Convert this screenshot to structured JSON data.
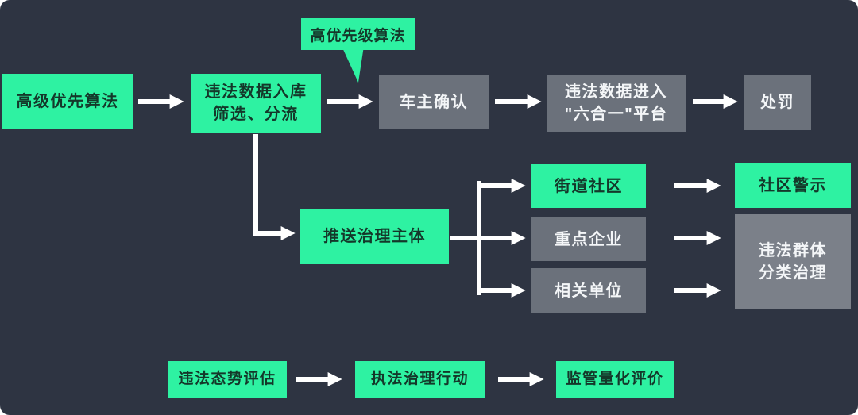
{
  "colors": {
    "background": "#2e3442",
    "node_green": "#2ef2a2",
    "node_gray": "#6b717b",
    "node_gray_light": "#7b8089",
    "text_on_green": "#14382a",
    "text_on_gray": "#f4f6f8",
    "arrow": "#ffffff"
  },
  "callout": {
    "label": "高优先级算法"
  },
  "nodes": {
    "advanced_algorithm": {
      "label": "高级优先算法",
      "type": "green"
    },
    "data_intake": {
      "lines": [
        "违法数据入库",
        "筛选、分流"
      ],
      "type": "green"
    },
    "owner_confirm": {
      "label": "车主确认",
      "type": "gray"
    },
    "platform_entry": {
      "lines": [
        "违法数据进入",
        "\"六合一\"平台"
      ],
      "type": "gray"
    },
    "punishment": {
      "label": "处罚",
      "type": "gray"
    },
    "push_governance_subject": {
      "label": "推送治理主体",
      "type": "green"
    },
    "street_community": {
      "label": "街道社区",
      "type": "green"
    },
    "key_enterprise": {
      "label": "重点企业",
      "type": "gray"
    },
    "related_unit": {
      "label": "相关单位",
      "type": "gray"
    },
    "community_warning": {
      "label": "社区警示",
      "type": "green"
    },
    "group_classified_governance": {
      "lines": [
        "违法群体",
        "分类治理"
      ],
      "type": "gray"
    },
    "situation_assessment": {
      "label": "违法态势评估",
      "type": "green"
    },
    "enforcement_action": {
      "label": "执法治理行动",
      "type": "green"
    },
    "quantified_evaluation": {
      "label": "监管量化评价",
      "type": "green"
    }
  }
}
